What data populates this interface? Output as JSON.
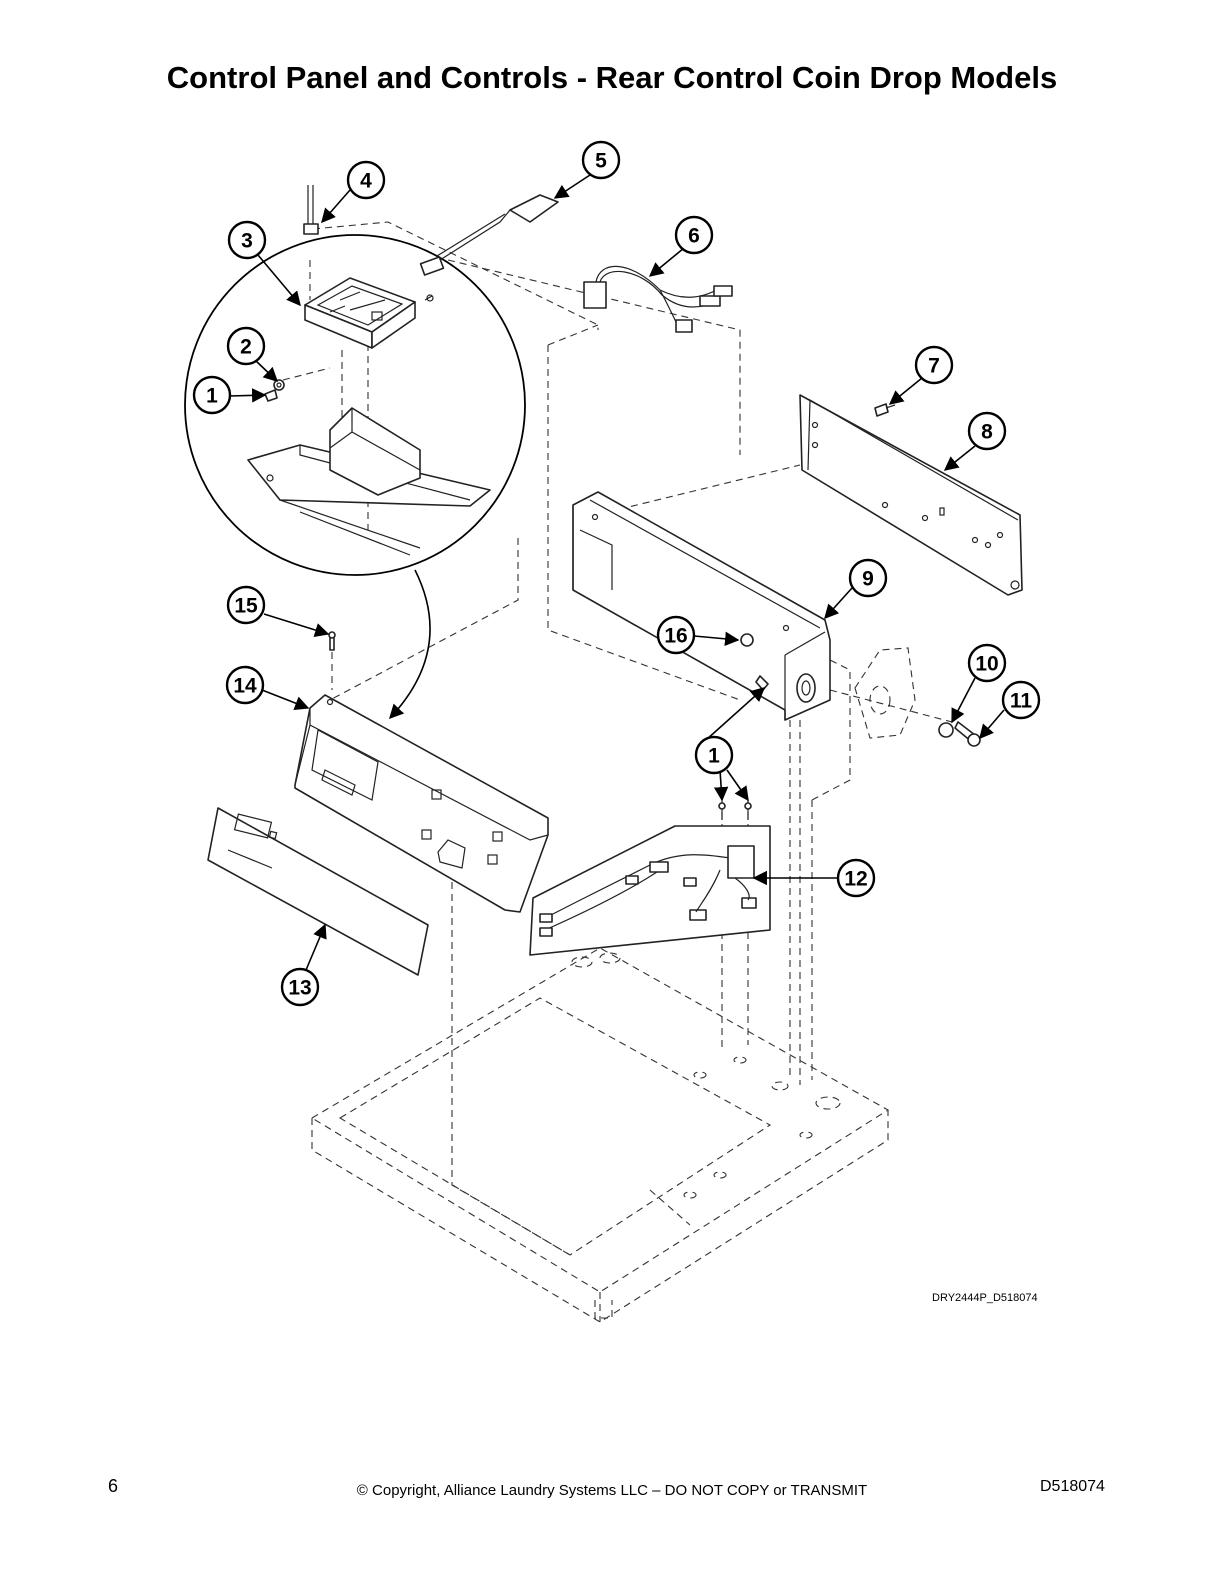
{
  "title": "Control Panel and Controls - Rear Control Coin Drop Models",
  "drawing_id": "DRY2444P_D518074",
  "footer": {
    "page_number": "6",
    "copyright": "© Copyright, Alliance Laundry Systems LLC – DO NOT COPY or TRANSMIT",
    "document_number": "D518074"
  },
  "callouts": [
    "1",
    "2",
    "3",
    "4",
    "5",
    "6",
    "7",
    "8",
    "9",
    "10",
    "11",
    "12",
    "13",
    "14",
    "15",
    "16"
  ]
}
